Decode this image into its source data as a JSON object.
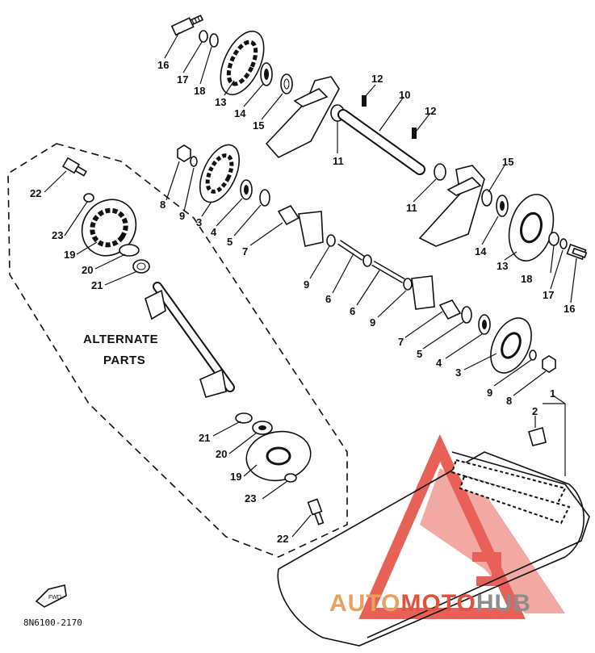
{
  "diagram": {
    "callouts": [
      {
        "id": "c16a",
        "text": "16"
      },
      {
        "id": "c17a",
        "text": "17"
      },
      {
        "id": "c18a",
        "text": "18"
      },
      {
        "id": "c13a",
        "text": "13"
      },
      {
        "id": "c14a",
        "text": "14"
      },
      {
        "id": "c15a",
        "text": "15"
      },
      {
        "id": "c12a",
        "text": "12"
      },
      {
        "id": "c10",
        "text": "10"
      },
      {
        "id": "c12b",
        "text": "12"
      },
      {
        "id": "c11a",
        "text": "11"
      },
      {
        "id": "c11b",
        "text": "11"
      },
      {
        "id": "c15b",
        "text": "15"
      },
      {
        "id": "c8a",
        "text": "8"
      },
      {
        "id": "c9a",
        "text": "9"
      },
      {
        "id": "c3a",
        "text": "3"
      },
      {
        "id": "c4a",
        "text": "4"
      },
      {
        "id": "c5a",
        "text": "5"
      },
      {
        "id": "c7a",
        "text": "7"
      },
      {
        "id": "c14b",
        "text": "14"
      },
      {
        "id": "c13b",
        "text": "13"
      },
      {
        "id": "c18b",
        "text": "18"
      },
      {
        "id": "c17b",
        "text": "17"
      },
      {
        "id": "c16b",
        "text": "16"
      },
      {
        "id": "c9b",
        "text": "9"
      },
      {
        "id": "c6a",
        "text": "6"
      },
      {
        "id": "c6b",
        "text": "6"
      },
      {
        "id": "c9c",
        "text": "9"
      },
      {
        "id": "c7b",
        "text": "7"
      },
      {
        "id": "c5b",
        "text": "5"
      },
      {
        "id": "c4b",
        "text": "4"
      },
      {
        "id": "c3b",
        "text": "3"
      },
      {
        "id": "c9d",
        "text": "9"
      },
      {
        "id": "c8b",
        "text": "8"
      },
      {
        "id": "c1",
        "text": "1"
      },
      {
        "id": "c2",
        "text": "2"
      },
      {
        "id": "c22a",
        "text": "22"
      },
      {
        "id": "c23a",
        "text": "23"
      },
      {
        "id": "c19a",
        "text": "19"
      },
      {
        "id": "c20a",
        "text": "20"
      },
      {
        "id": "c21a",
        "text": "21"
      },
      {
        "id": "c21b",
        "text": "21"
      },
      {
        "id": "c20b",
        "text": "20"
      },
      {
        "id": "c19b",
        "text": "19"
      },
      {
        "id": "c23b",
        "text": "23"
      },
      {
        "id": "c22b",
        "text": "22"
      }
    ],
    "alternate_parts_line1": "ALTERNATE",
    "alternate_parts_line2": "PARTS",
    "drawing_code": "8N6100-2170"
  },
  "watermark": {
    "brand_part1": "AUTO",
    "brand_part2": "MOTO",
    "brand_part3": "HUB",
    "colors": {
      "auto": "#e8a15c",
      "moto": "#e3503c",
      "hub": "#8d8d8d",
      "triangle": "#e4453a"
    }
  }
}
